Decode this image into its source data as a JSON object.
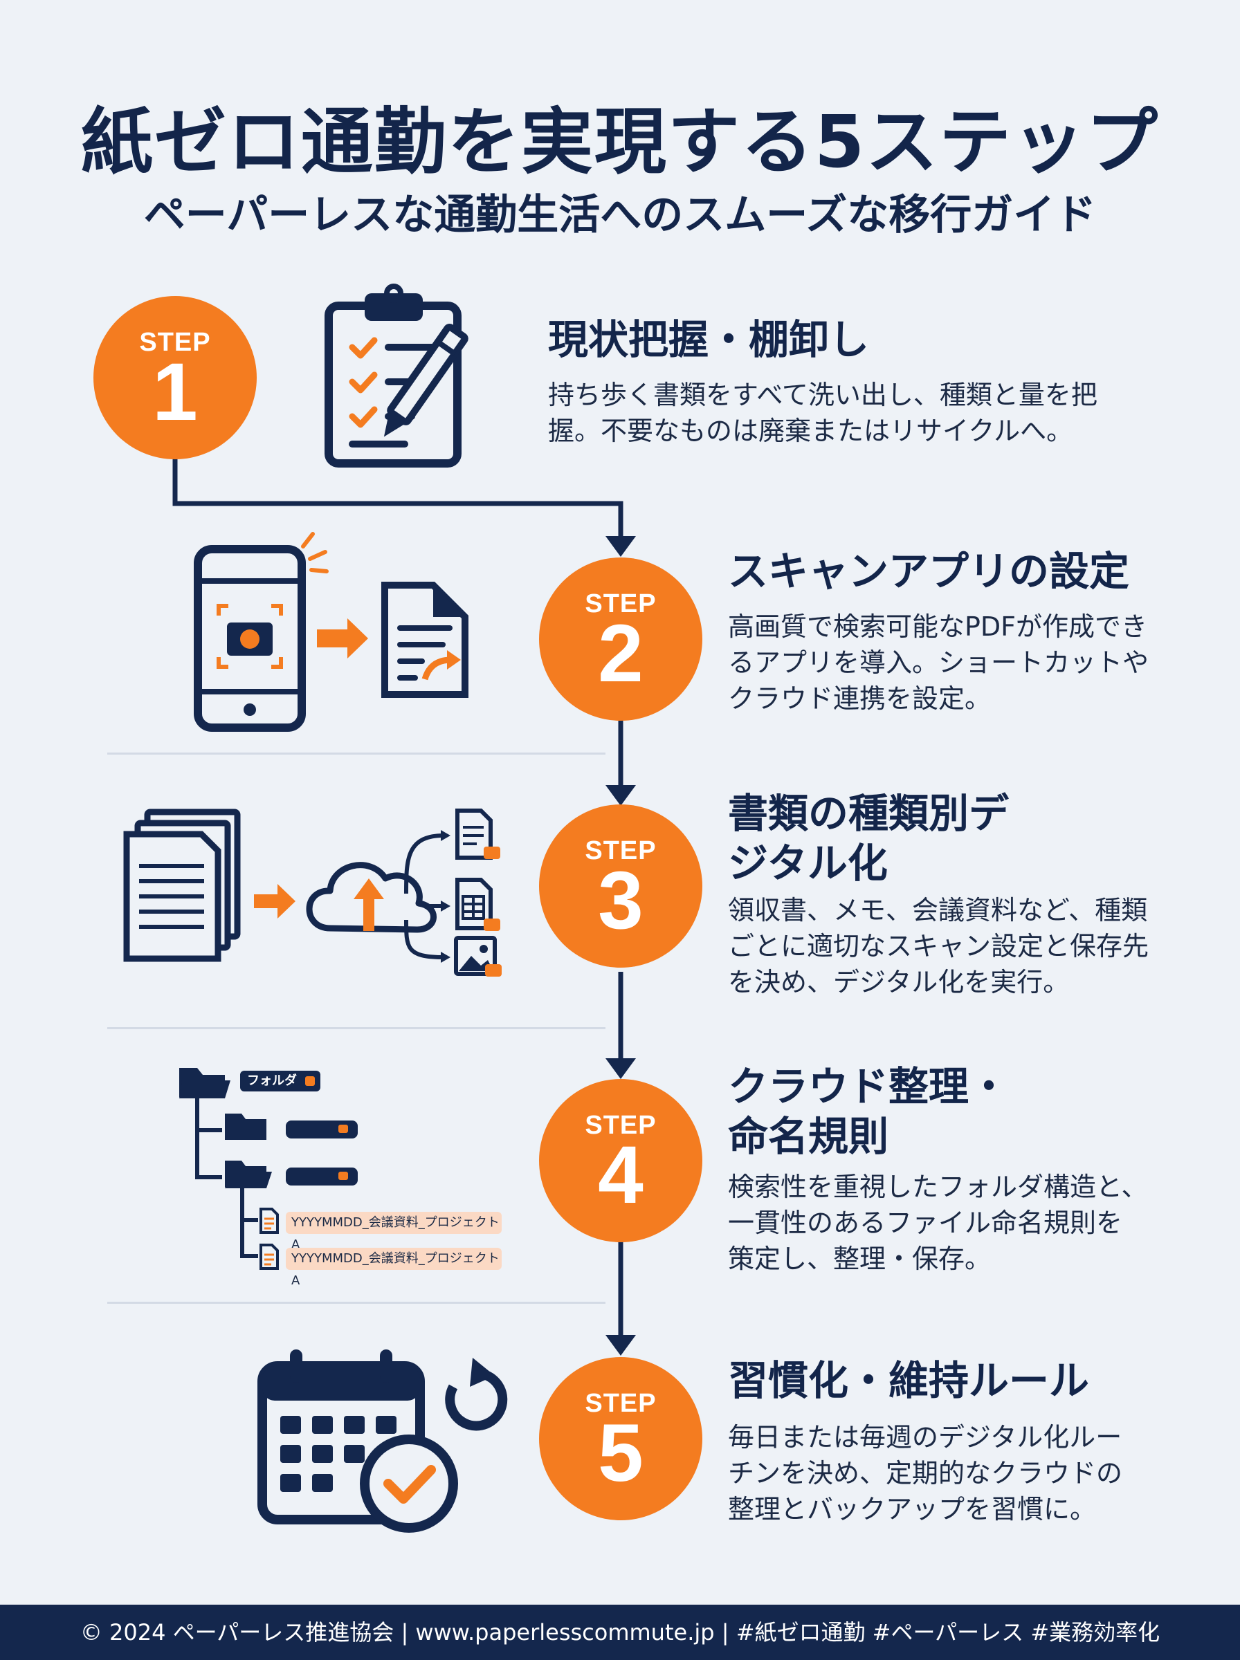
{
  "header": {
    "title": "紙ゼロ通勤を実現する5ステップ",
    "subtitle": "ペーパーレスな通勤生活へのスムーズな移行ガイド"
  },
  "colors": {
    "accent": "#f47c20",
    "navy": "#13254a",
    "background": "#eef2f7",
    "tag_fill": "#fbd9c4"
  },
  "steps": [
    {
      "label": "STEP",
      "number": "1",
      "title": "現状把握・棚卸し",
      "description": [
        "持ち歩く書類をすべて洗い出し、種類と量を把",
        "握。不要なものは廃棄またはリサイクルへ。"
      ],
      "icon": "clipboard-checklist-icon"
    },
    {
      "label": "STEP",
      "number": "2",
      "title": "スキャンアプリの設定",
      "description": [
        "高画質で検索可能なPDFが作成でき",
        "るアプリを導入。ショートカットや",
        "クラウド連携を設定。"
      ],
      "icon": "smartphone-scan-icon"
    },
    {
      "label": "STEP",
      "number": "3",
      "title": [
        "書類の種類別デ",
        "ジタル化"
      ],
      "description": [
        "領収書、メモ、会議資料など、種類",
        "ごとに適切なスキャン設定と保存先",
        "を決め、デジタル化を実行。"
      ],
      "icon": "cloud-upload-icon"
    },
    {
      "label": "STEP",
      "number": "4",
      "title": [
        "クラウド整理・",
        "命名規則"
      ],
      "description": [
        "検索性を重視したフォルダ構造と、",
        "一貫性のあるファイル命名規則を",
        "策定し、整理・保存。"
      ],
      "icon": "folder-tree-icon"
    },
    {
      "label": "STEP",
      "number": "5",
      "title": "習慣化・維持ルール",
      "description": [
        "毎日または毎週のデジタル化ルー",
        "チンを決め、定期的なクラウドの",
        "整理とバックアップを習慣に。"
      ],
      "icon": "calendar-refresh-icon"
    }
  ],
  "folder_tree": {
    "folder_tag": "フォルダ",
    "file_names": [
      "YYYYMMDD_会議資料_プロジェクトA",
      "YYYYMMDD_会議資料_プロジェクトA"
    ]
  },
  "footer": {
    "text": "© 2024 ペーパーレス推進協会 | www.paperlesscommute.jp | #紙ゼロ通勤 #ペーパーレス #業務効率化"
  }
}
